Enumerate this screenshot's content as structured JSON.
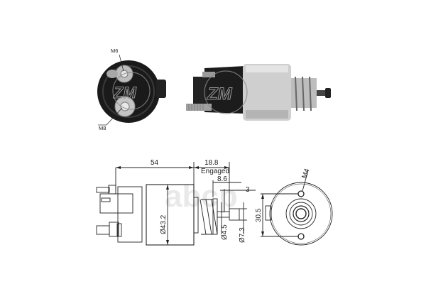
{
  "product": {
    "type": "Starter solenoid switch",
    "brand_logo": "ZM"
  },
  "photo_end_view": {
    "labels": {
      "top_terminal": "M6",
      "bottom_terminal": "M8"
    }
  },
  "photo_side_view": {},
  "drawing_side_view": {
    "dimensions": {
      "body_length": "54",
      "engaged_travel": "18.8",
      "engaged_label": "Engaged",
      "plunger_step": "8.6",
      "plunger_tip": "3",
      "body_diameter": "Ø43.2",
      "plunger_shaft_diameter": "Ø4.5",
      "plunger_head_diameter": "Ø7.3"
    }
  },
  "drawing_end_view": {
    "dimensions": {
      "mount_hole": "M4",
      "hole_spacing": "30.5"
    }
  },
  "watermark": {
    "text": "abcp"
  },
  "colors": {
    "line": "#222222",
    "housing_silver": "#c8c8c8",
    "cap_black": "#1c1c1c",
    "watermark": "#d8d8d8"
  }
}
